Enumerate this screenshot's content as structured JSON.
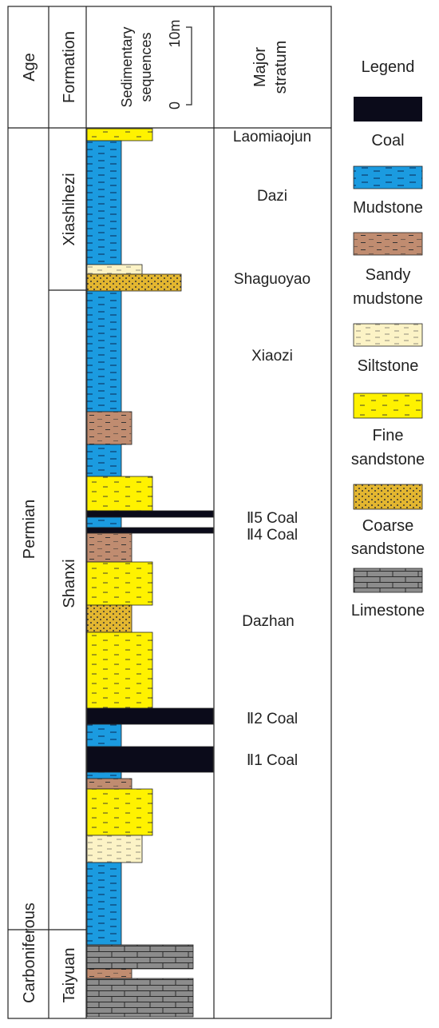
{
  "headers": {
    "age": "Age",
    "formation": "Formation",
    "sequences_line1": "Sedimentary",
    "sequences_line2": "sequences",
    "scale_zero": "0",
    "scale_ten": "10m",
    "stratum_line1": "Major",
    "stratum_line2": "stratum"
  },
  "ages": [
    {
      "label": "Permian"
    },
    {
      "label": "Carboniferous"
    }
  ],
  "formations": [
    {
      "label": "Xiashihezi"
    },
    {
      "label": "Shanxi"
    },
    {
      "label": "Taiyuan"
    }
  ],
  "strata": [
    {
      "label": "Laomiaojun"
    },
    {
      "label": "Dazi"
    },
    {
      "label": "Shaguoyao"
    },
    {
      "label": "Xiaozi"
    },
    {
      "label": "Ⅱ5 Coal"
    },
    {
      "label": "Ⅱ4 Coal"
    },
    {
      "label": "Dazhan"
    },
    {
      "label": "Ⅱ2 Coal"
    },
    {
      "label": "Ⅱ1 Coal"
    }
  ],
  "legend": {
    "title": "Legend",
    "items": [
      {
        "key": "coal",
        "line1": "Coal",
        "line2": ""
      },
      {
        "key": "mudstone",
        "line1": "Mudstone",
        "line2": ""
      },
      {
        "key": "sandy",
        "line1": "Sandy",
        "line2": "mudstone"
      },
      {
        "key": "silt",
        "line1": "Siltstone",
        "line2": ""
      },
      {
        "key": "fine",
        "line1": "Fine",
        "line2": "sandstone"
      },
      {
        "key": "coarse",
        "line1": "Coarse",
        "line2": "sandstone"
      },
      {
        "key": "lime",
        "line1": "Limestone",
        "line2": ""
      }
    ]
  },
  "colors": {
    "coal": "#0b0b1a",
    "mudstone": "#1b9be0",
    "sandy": "#c08c70",
    "silt": "#fcf3c6",
    "fine": "#fff200",
    "coarse": "#e3b630",
    "lime": "#8c8c8c"
  }
}
